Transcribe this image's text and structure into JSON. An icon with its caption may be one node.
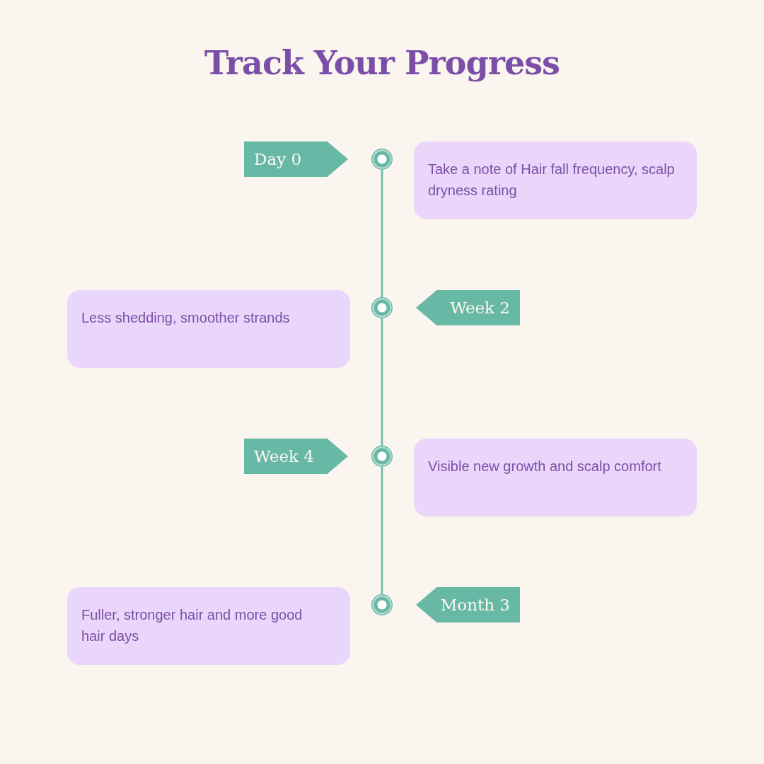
{
  "diagram": {
    "title": "Track Your Progress",
    "nodes": [
      {
        "text": [
          "Day 0"
        ]
      },
      {
        "text": [],
        "shape": "circle"
      },
      {
        "text": [
          "Take a note of Hair fall frequency, scalp dryness rating"
        ]
      },
      {
        "text": [
          "Less shedding, smoother strands"
        ]
      },
      {
        "text": [],
        "shape": "circle"
      },
      {
        "text": [
          "Week 2"
        ]
      },
      {
        "text": [
          "Week 4"
        ]
      },
      {
        "text": [],
        "shape": "circle"
      },
      {
        "text": [
          "Visible new growth and scalp comfort"
        ]
      },
      {
        "text": [
          "Fuller, stronger hair and more good hair days"
        ]
      },
      {
        "text": [],
        "shape": "circle"
      },
      {
        "text": [
          "Month 3"
        ]
      }
    ],
    "edges": [
      {
        "from": 1,
        "to": 4,
        "arrow": "none"
      },
      {
        "from": 4,
        "to": 7,
        "arrow": "none"
      },
      {
        "from": 7,
        "to": 10,
        "arrow": "none"
      }
    ]
  }
}
